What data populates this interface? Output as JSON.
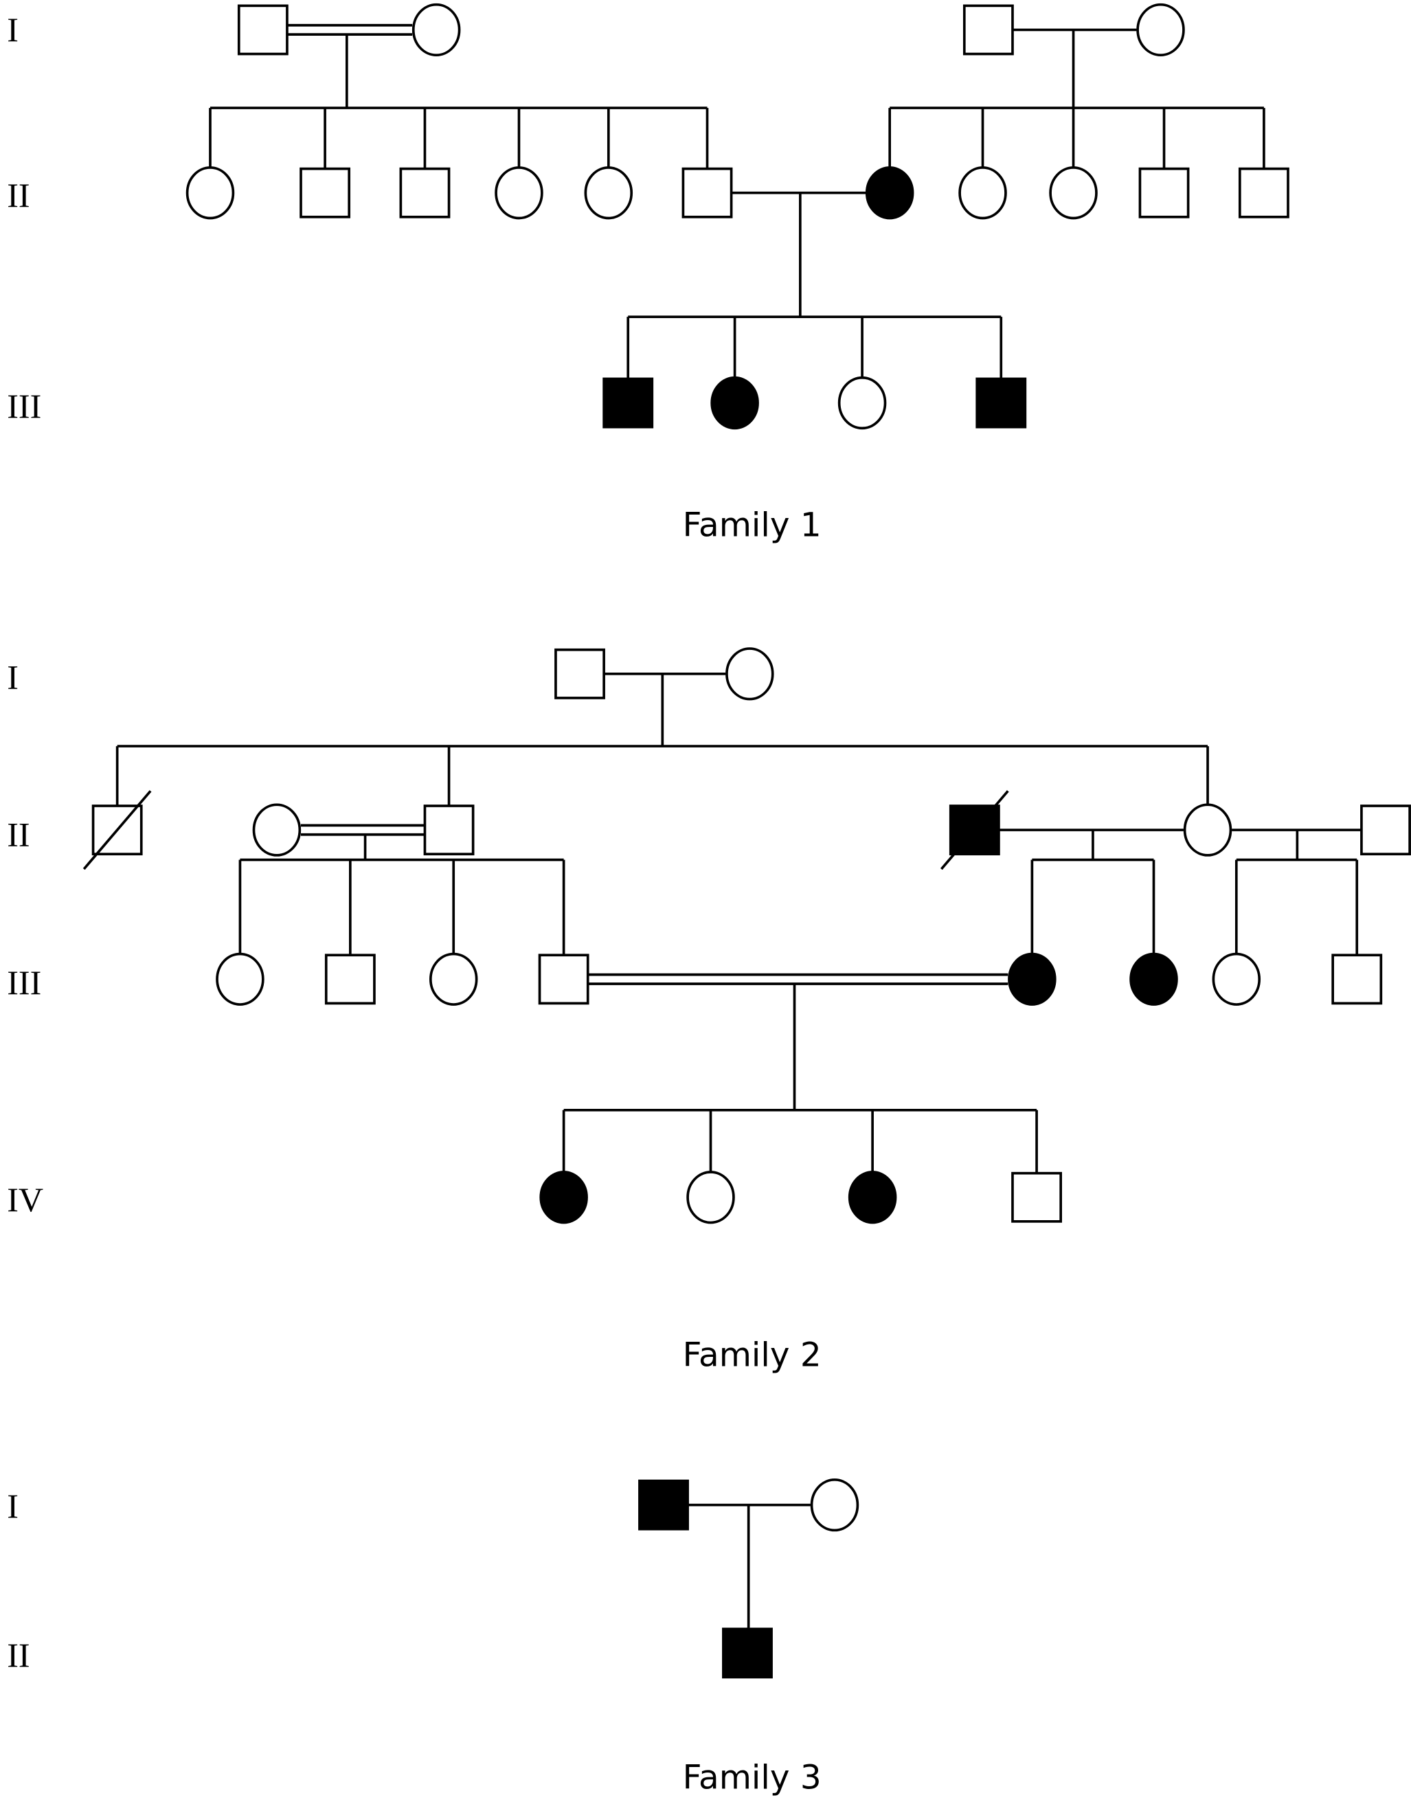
{
  "colors": {
    "affected": "#000000",
    "unaffected": "#ffffff",
    "line": "#000000",
    "background": "#ffffff"
  },
  "families": [
    {
      "title": "Family 1",
      "generations": [
        "I",
        "II",
        "III"
      ],
      "individuals": [
        {
          "id": "F1-I-1",
          "generation": "I",
          "sex": "male",
          "affected": false,
          "deceased": false
        },
        {
          "id": "F1-I-2",
          "generation": "I",
          "sex": "female",
          "affected": false,
          "deceased": false
        },
        {
          "id": "F1-I-3",
          "generation": "I",
          "sex": "male",
          "affected": false,
          "deceased": false
        },
        {
          "id": "F1-I-4",
          "generation": "I",
          "sex": "female",
          "affected": false,
          "deceased": false
        },
        {
          "id": "F1-II-1",
          "generation": "II",
          "sex": "female",
          "affected": false,
          "deceased": false
        },
        {
          "id": "F1-II-2",
          "generation": "II",
          "sex": "male",
          "affected": false,
          "deceased": false
        },
        {
          "id": "F1-II-3",
          "generation": "II",
          "sex": "male",
          "affected": false,
          "deceased": false
        },
        {
          "id": "F1-II-4",
          "generation": "II",
          "sex": "female",
          "affected": false,
          "deceased": false
        },
        {
          "id": "F1-II-5",
          "generation": "II",
          "sex": "female",
          "affected": false,
          "deceased": false
        },
        {
          "id": "F1-II-6",
          "generation": "II",
          "sex": "male",
          "affected": false,
          "deceased": false
        },
        {
          "id": "F1-II-7",
          "generation": "II",
          "sex": "female",
          "affected": true,
          "deceased": false
        },
        {
          "id": "F1-II-8",
          "generation": "II",
          "sex": "female",
          "affected": false,
          "deceased": false
        },
        {
          "id": "F1-II-9",
          "generation": "II",
          "sex": "female",
          "affected": false,
          "deceased": false
        },
        {
          "id": "F1-II-10",
          "generation": "II",
          "sex": "male",
          "affected": false,
          "deceased": false
        },
        {
          "id": "F1-II-11",
          "generation": "II",
          "sex": "male",
          "affected": false,
          "deceased": false
        },
        {
          "id": "F1-III-1",
          "generation": "III",
          "sex": "male",
          "affected": true,
          "deceased": false
        },
        {
          "id": "F1-III-2",
          "generation": "III",
          "sex": "female",
          "affected": true,
          "deceased": false
        },
        {
          "id": "F1-III-3",
          "generation": "III",
          "sex": "female",
          "affected": false,
          "deceased": false
        },
        {
          "id": "F1-III-4",
          "generation": "III",
          "sex": "male",
          "affected": true,
          "deceased": false
        }
      ],
      "unions": [
        {
          "partners": [
            "F1-I-1",
            "F1-I-2"
          ],
          "consanguineous": true,
          "children": [
            "F1-II-1",
            "F1-II-2",
            "F1-II-3",
            "F1-II-4",
            "F1-II-5",
            "F1-II-6"
          ]
        },
        {
          "partners": [
            "F1-I-3",
            "F1-I-4"
          ],
          "consanguineous": false,
          "children": [
            "F1-II-7",
            "F1-II-8",
            "F1-II-9",
            "F1-II-10",
            "F1-II-11"
          ]
        },
        {
          "partners": [
            "F1-II-6",
            "F1-II-7"
          ],
          "consanguineous": false,
          "children": [
            "F1-III-1",
            "F1-III-2",
            "F1-III-3",
            "F1-III-4"
          ]
        }
      ]
    },
    {
      "title": "Family 2",
      "generations": [
        "I",
        "II",
        "III",
        "IV"
      ],
      "individuals": [
        {
          "id": "F2-I-1",
          "generation": "I",
          "sex": "male",
          "affected": false,
          "deceased": false
        },
        {
          "id": "F2-I-2",
          "generation": "I",
          "sex": "female",
          "affected": false,
          "deceased": false
        },
        {
          "id": "F2-II-1",
          "generation": "II",
          "sex": "male",
          "affected": false,
          "deceased": true
        },
        {
          "id": "F2-II-2",
          "generation": "II",
          "sex": "female",
          "affected": false,
          "deceased": false
        },
        {
          "id": "F2-II-3",
          "generation": "II",
          "sex": "male",
          "affected": false,
          "deceased": false
        },
        {
          "id": "F2-II-4",
          "generation": "II",
          "sex": "male",
          "affected": true,
          "deceased": true
        },
        {
          "id": "F2-II-5",
          "generation": "II",
          "sex": "female",
          "affected": false,
          "deceased": false
        },
        {
          "id": "F2-II-6",
          "generation": "II",
          "sex": "male",
          "affected": false,
          "deceased": false
        },
        {
          "id": "F2-III-1",
          "generation": "III",
          "sex": "female",
          "affected": false,
          "deceased": false
        },
        {
          "id": "F2-III-2",
          "generation": "III",
          "sex": "male",
          "affected": false,
          "deceased": false
        },
        {
          "id": "F2-III-3",
          "generation": "III",
          "sex": "female",
          "affected": false,
          "deceased": false
        },
        {
          "id": "F2-III-4",
          "generation": "III",
          "sex": "male",
          "affected": false,
          "deceased": false
        },
        {
          "id": "F2-III-5",
          "generation": "III",
          "sex": "female",
          "affected": true,
          "deceased": false
        },
        {
          "id": "F2-III-6",
          "generation": "III",
          "sex": "female",
          "affected": true,
          "deceased": false
        },
        {
          "id": "F2-III-7",
          "generation": "III",
          "sex": "female",
          "affected": false,
          "deceased": false
        },
        {
          "id": "F2-III-8",
          "generation": "III",
          "sex": "male",
          "affected": false,
          "deceased": false
        },
        {
          "id": "F2-IV-1",
          "generation": "IV",
          "sex": "female",
          "affected": true,
          "deceased": false
        },
        {
          "id": "F2-IV-2",
          "generation": "IV",
          "sex": "female",
          "affected": false,
          "deceased": false
        },
        {
          "id": "F2-IV-3",
          "generation": "IV",
          "sex": "female",
          "affected": true,
          "deceased": false
        },
        {
          "id": "F2-IV-4",
          "generation": "IV",
          "sex": "male",
          "affected": false,
          "deceased": false
        }
      ],
      "unions": [
        {
          "partners": [
            "F2-I-1",
            "F2-I-2"
          ],
          "consanguineous": false,
          "children": [
            "F2-II-1",
            "F2-II-3",
            "F2-II-5"
          ]
        },
        {
          "partners": [
            "F2-II-2",
            "F2-II-3"
          ],
          "consanguineous": true,
          "children": [
            "F2-III-1",
            "F2-III-2",
            "F2-III-3",
            "F2-III-4"
          ]
        },
        {
          "partners": [
            "F2-II-4",
            "F2-II-5"
          ],
          "consanguineous": false,
          "children": [
            "F2-III-5",
            "F2-III-6"
          ]
        },
        {
          "partners": [
            "F2-II-5",
            "F2-II-6"
          ],
          "consanguineous": false,
          "children": [
            "F2-III-7",
            "F2-III-8"
          ]
        },
        {
          "partners": [
            "F2-III-4",
            "F2-III-5"
          ],
          "consanguineous": true,
          "children": [
            "F2-IV-1",
            "F2-IV-2",
            "F2-IV-3",
            "F2-IV-4"
          ]
        }
      ]
    },
    {
      "title": "Family 3",
      "generations": [
        "I",
        "II"
      ],
      "individuals": [
        {
          "id": "F3-I-1",
          "generation": "I",
          "sex": "male",
          "affected": true,
          "deceased": false
        },
        {
          "id": "F3-I-2",
          "generation": "I",
          "sex": "female",
          "affected": false,
          "deceased": false
        },
        {
          "id": "F3-II-1",
          "generation": "II",
          "sex": "male",
          "affected": true,
          "deceased": false
        }
      ],
      "unions": [
        {
          "partners": [
            "F3-I-1",
            "F3-I-2"
          ],
          "consanguineous": false,
          "children": [
            "F3-II-1"
          ]
        }
      ]
    }
  ]
}
